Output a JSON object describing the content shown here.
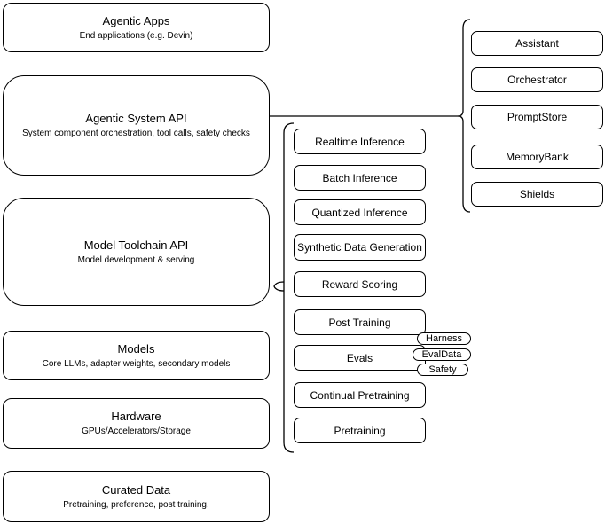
{
  "diagram": {
    "colors": {
      "stroke": "#000000",
      "fill": "#ffffff",
      "background": "#ffffff"
    },
    "left_column": [
      {
        "title": "Agentic Apps",
        "subtitle": "End applications (e.g. Devin)"
      },
      {
        "title": "Agentic System API",
        "subtitle": "System component orchestration, tool calls, safety checks"
      },
      {
        "title": "Model Toolchain API",
        "subtitle": "Model development & serving"
      },
      {
        "title": "Models",
        "subtitle": "Core LLMs, adapter weights, secondary models"
      },
      {
        "title": "Hardware",
        "subtitle": "GPUs/Accelerators/Storage"
      },
      {
        "title": "Curated Data",
        "subtitle": "Pretraining, preference, post training."
      }
    ],
    "middle_column": [
      "Realtime Inference",
      "Batch Inference",
      "Quantized Inference",
      "Synthetic Data Generation",
      "Reward Scoring",
      "Post Training",
      "Evals",
      "Continual Pretraining",
      "Pretraining"
    ],
    "evals_tags": [
      "Harness",
      "EvalData",
      "Safety"
    ],
    "right_column": [
      "Assistant",
      "Orchestrator",
      "PromptStore",
      "MemoryBank",
      "Shields"
    ]
  }
}
